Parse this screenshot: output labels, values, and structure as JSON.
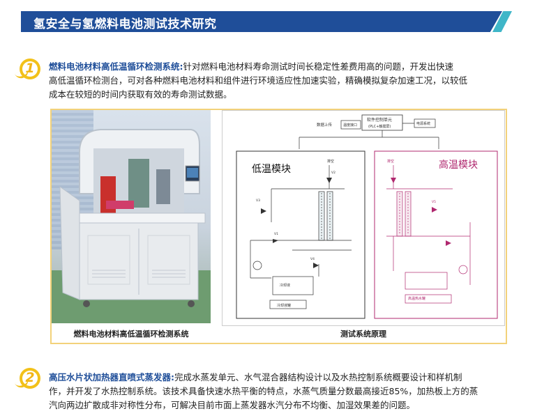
{
  "header": {
    "title": "氢安全与氢燃料电池测试技术研究"
  },
  "sections": [
    {
      "number": "1",
      "lead": "燃料电池材料高低温循环检测系统:",
      "lines": [
        "针对燃料电池材料寿命测试时间长稳定性差费用高的问题，开发出快速",
        "高低温循环检测台，可对各种燃料电池材料和组件进行环境适应性加速实验，精确模拟复杂加速工况，以较低",
        "成本在较短的时间内获取有效的寿命测试数据。"
      ]
    },
    {
      "number": "2",
      "lead": "高压水片状加热器直喷式蒸发器:",
      "lines": [
        "完成水蒸发单元、水气混合器结构设计以及水热控制系统概要设计和样机制",
        "作，并开发了水热控制系统。该技术具备快速水热平衡的特点，水蒸气质量分数最高接近85%，加热板上方的蒸",
        "汽向两边扩散成非对称性分布，可解决目前市面上蒸发器水汽分布不均衡、加湿效果差的问题。"
      ]
    }
  ],
  "figures": {
    "photo_caption": "燃料电池材料高低温循环检测系统",
    "diagram_caption": "测试系统原理"
  },
  "diagram": {
    "top_left_label": "数据上传",
    "top_left_box": "温度接口",
    "controller_line1": "软件控制单元",
    "controller_line2": "(PLC+触摸屏)",
    "top_right_box": "电源系统",
    "low_temp_title": "低温模块",
    "high_temp_title": "高温模块",
    "low_reservoir": "冷却液",
    "low_tank": "冷却液罐",
    "high_tank": "高温热水罐",
    "vent": "排空",
    "v1": "V1",
    "v2": "V2",
    "v3": "V3",
    "v4": "V4",
    "v5": "V5"
  },
  "colors": {
    "brand_blue": "#1f4e99",
    "accent_yellow": "#f2c11a",
    "low_module": "#2a2a2a",
    "high_module": "#b0286f"
  }
}
